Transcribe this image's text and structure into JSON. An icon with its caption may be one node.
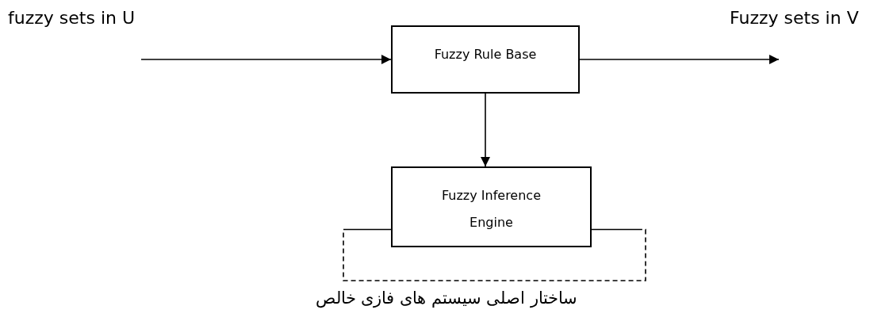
{
  "diagram": {
    "caption": "ساختار اصلی سیستم های فازی خالص",
    "nodes": [
      {
        "text": [
          "Fuzzy Rule Base"
        ]
      },
      {
        "text": [
          "Fuzzy Inference Engine"
        ]
      }
    ],
    "edges": [
      {
        "from": null,
        "to": 0,
        "arrow": "to"
      },
      {
        "from": 0,
        "to": null,
        "arrow": "to"
      },
      {
        "from": 0,
        "to": 1,
        "arrow": "to"
      },
      {
        "from": 1,
        "to": 1,
        "arrow": "none",
        "style": "dashed"
      }
    ],
    "labels": [
      "fuzzy sets in U",
      "Fuzzy sets in V"
    ]
  }
}
